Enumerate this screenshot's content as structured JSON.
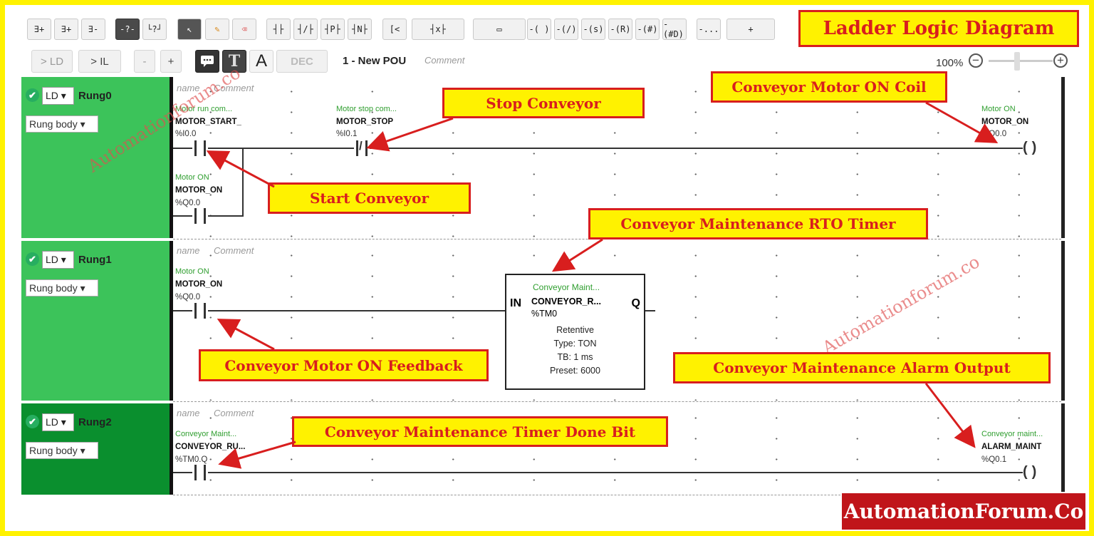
{
  "title": "Ladder Logic Diagram",
  "logo": "AutomationForum.Co",
  "watermark": "Automationforum.co",
  "toolbar": {
    "row1": [
      "∃+",
      "∃+",
      "∃-",
      "-?-",
      "└?┘",
      "↖",
      "✎",
      "⌫",
      "┤├",
      "┤/├",
      "┤P├",
      "┤N├",
      "[<",
      "┤x├",
      "▭",
      "-( )",
      "-(/)",
      "-(s)",
      "-(R)",
      "-(#)",
      "-(#D)",
      "-...",
      "+"
    ],
    "row2": {
      "to_ld": "> LD",
      "to_il": "> IL",
      "minus": "-",
      "plus": "+",
      "dec": "DEC"
    }
  },
  "pou": {
    "name": "1 - New POU",
    "comment_placeholder": "Comment"
  },
  "zoom": {
    "level": "100%",
    "minus": "−",
    "plus": "+"
  },
  "rung_meta": {
    "check": "✔",
    "mode": "LD ▾",
    "body": "Rung body ▾",
    "name_placeholder": "name",
    "comment_placeholder": "Comment"
  },
  "rungs": [
    {
      "name": "Rung0"
    },
    {
      "name": "Rung1"
    },
    {
      "name": "Rung2"
    }
  ],
  "rung0": {
    "start": {
      "comment": "Motor run com...",
      "symbol": "MOTOR_START_",
      "address": "%I0.0"
    },
    "stop": {
      "comment": "Motor stop com...",
      "symbol": "MOTOR_STOP",
      "address": "%I0.1"
    },
    "seal": {
      "comment": "Motor ON",
      "symbol": "MOTOR_ON",
      "address": "%Q0.0"
    },
    "coil": {
      "comment": "Motor ON",
      "symbol": "MOTOR_ON",
      "address": "%Q0.0"
    }
  },
  "rung1": {
    "contact": {
      "comment": "Motor ON",
      "symbol": "MOTOR_ON",
      "address": "%Q0.0"
    },
    "timer": {
      "comment": "Conveyor Maint...",
      "symbol": "CONVEYOR_R...",
      "address": "%TM0",
      "in_label": "IN",
      "q_label": "Q",
      "mode": "Retentive",
      "type": "Type: TON",
      "tb": "TB: 1 ms",
      "preset": "Preset: 6000"
    }
  },
  "rung2": {
    "contact": {
      "comment": "Conveyor Maint...",
      "symbol": "CONVEYOR_RU...",
      "address": "%TM0.Q"
    },
    "coil": {
      "comment": "Conveyor maint...",
      "symbol": "ALARM_MAINT",
      "address": "%Q0.1"
    }
  },
  "callouts": {
    "stop": "Stop Conveyor",
    "coil": "Conveyor Motor ON Coil",
    "start": "Start Conveyor",
    "timer": "Conveyor Maintenance RTO Timer",
    "feedback": "Conveyor Motor ON Feedback",
    "alarm": "Conveyor Maintenance Alarm Output",
    "done": "Conveyor Maintenance Timer Done Bit"
  },
  "colors": {
    "callout_bg": "#fff200",
    "callout_text": "#d81e1e",
    "rung_green": "#3cc35a",
    "rung_green_dark": "#0a8f2e",
    "logo_bg": "#c0151a"
  }
}
